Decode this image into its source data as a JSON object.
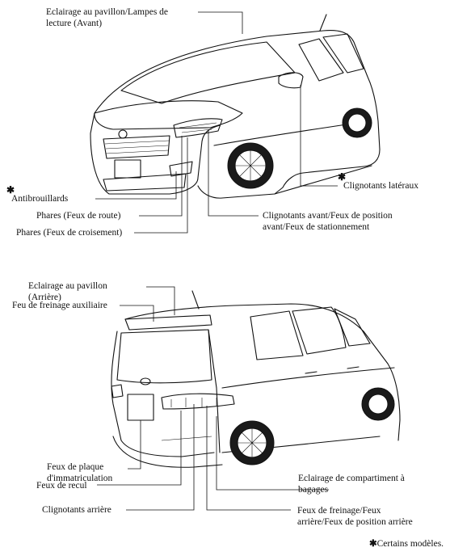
{
  "front_view": {
    "labels": {
      "roof_lamp_front": "Eclairage au pavillon/Lampes de\nlecture (Avant)",
      "side_turn_signals": "Clignotants latéraux",
      "fog_lights": "Antibrouillards",
      "high_beam": "Phares (Feux de route)",
      "front_turn_signals": "Clignotants avant/Feux de position\navant/Feux de stationnement",
      "low_beam": "Phares (Feux de croisement)"
    },
    "markers": {
      "side_turn_signals": "✱",
      "fog_lights": "✱"
    }
  },
  "rear_view": {
    "labels": {
      "roof_lamp_rear": "Eclairage au pavillon\n(Arrière)",
      "high_mount_brake": "Feu de freinage auxiliaire",
      "license_plate": "Feux de plaque\nd'immatriculation",
      "reverse": "Feux de recul",
      "cargo_lamp": "Eclairage de compartiment à\nbagages",
      "rear_turn_signals": "Clignotants arrière",
      "brake_tail": "Feux de freinage/Feux\narrière/Feux de position arrière"
    }
  },
  "footnote": {
    "marker": "✱",
    "text": "Certains modèles."
  }
}
